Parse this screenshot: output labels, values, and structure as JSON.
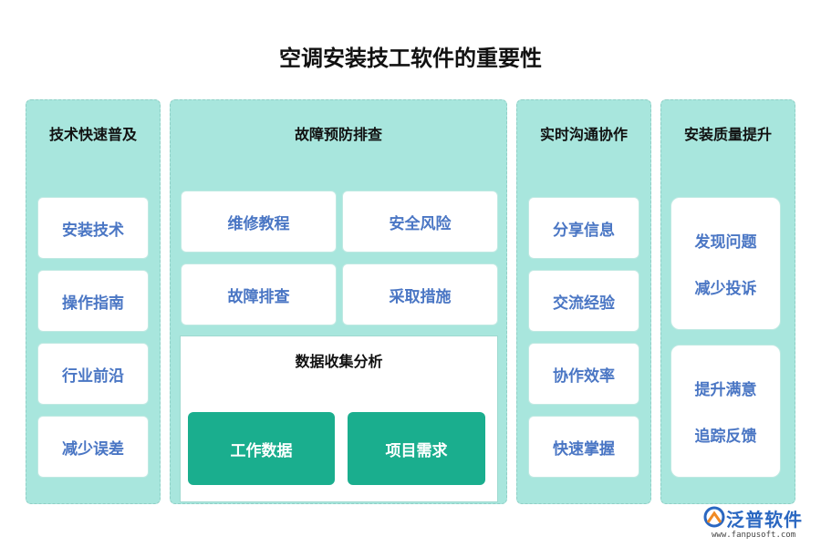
{
  "title": "空调安装技工软件的重要性",
  "columns": [
    {
      "heading": "技术快速普及",
      "items": [
        "安装技术",
        "操作指南",
        "行业前沿",
        "减少误差"
      ]
    },
    {
      "heading": "故障预防排查",
      "items": [
        "维修教程",
        "安全风险",
        "故障排查",
        "采取措施"
      ],
      "sub": {
        "heading": "数据收集分析",
        "items": [
          "工作数据",
          "项目需求"
        ]
      }
    },
    {
      "heading": "实时沟通协作",
      "items": [
        "分享信息",
        "交流经验",
        "协作效率",
        "快速掌握"
      ]
    },
    {
      "heading": "安装质量提升",
      "groups": [
        [
          "发现问题",
          "减少投诉"
        ],
        [
          "提升满意",
          "追踪反馈"
        ]
      ]
    }
  ],
  "logo": {
    "name": "泛普软件",
    "url": "www.fanpusoft.com"
  },
  "colors": {
    "panel": "#a8e6dd",
    "card_text": "#4a76c4",
    "accent": "#1aae8e",
    "logo": "#2a67c1"
  }
}
